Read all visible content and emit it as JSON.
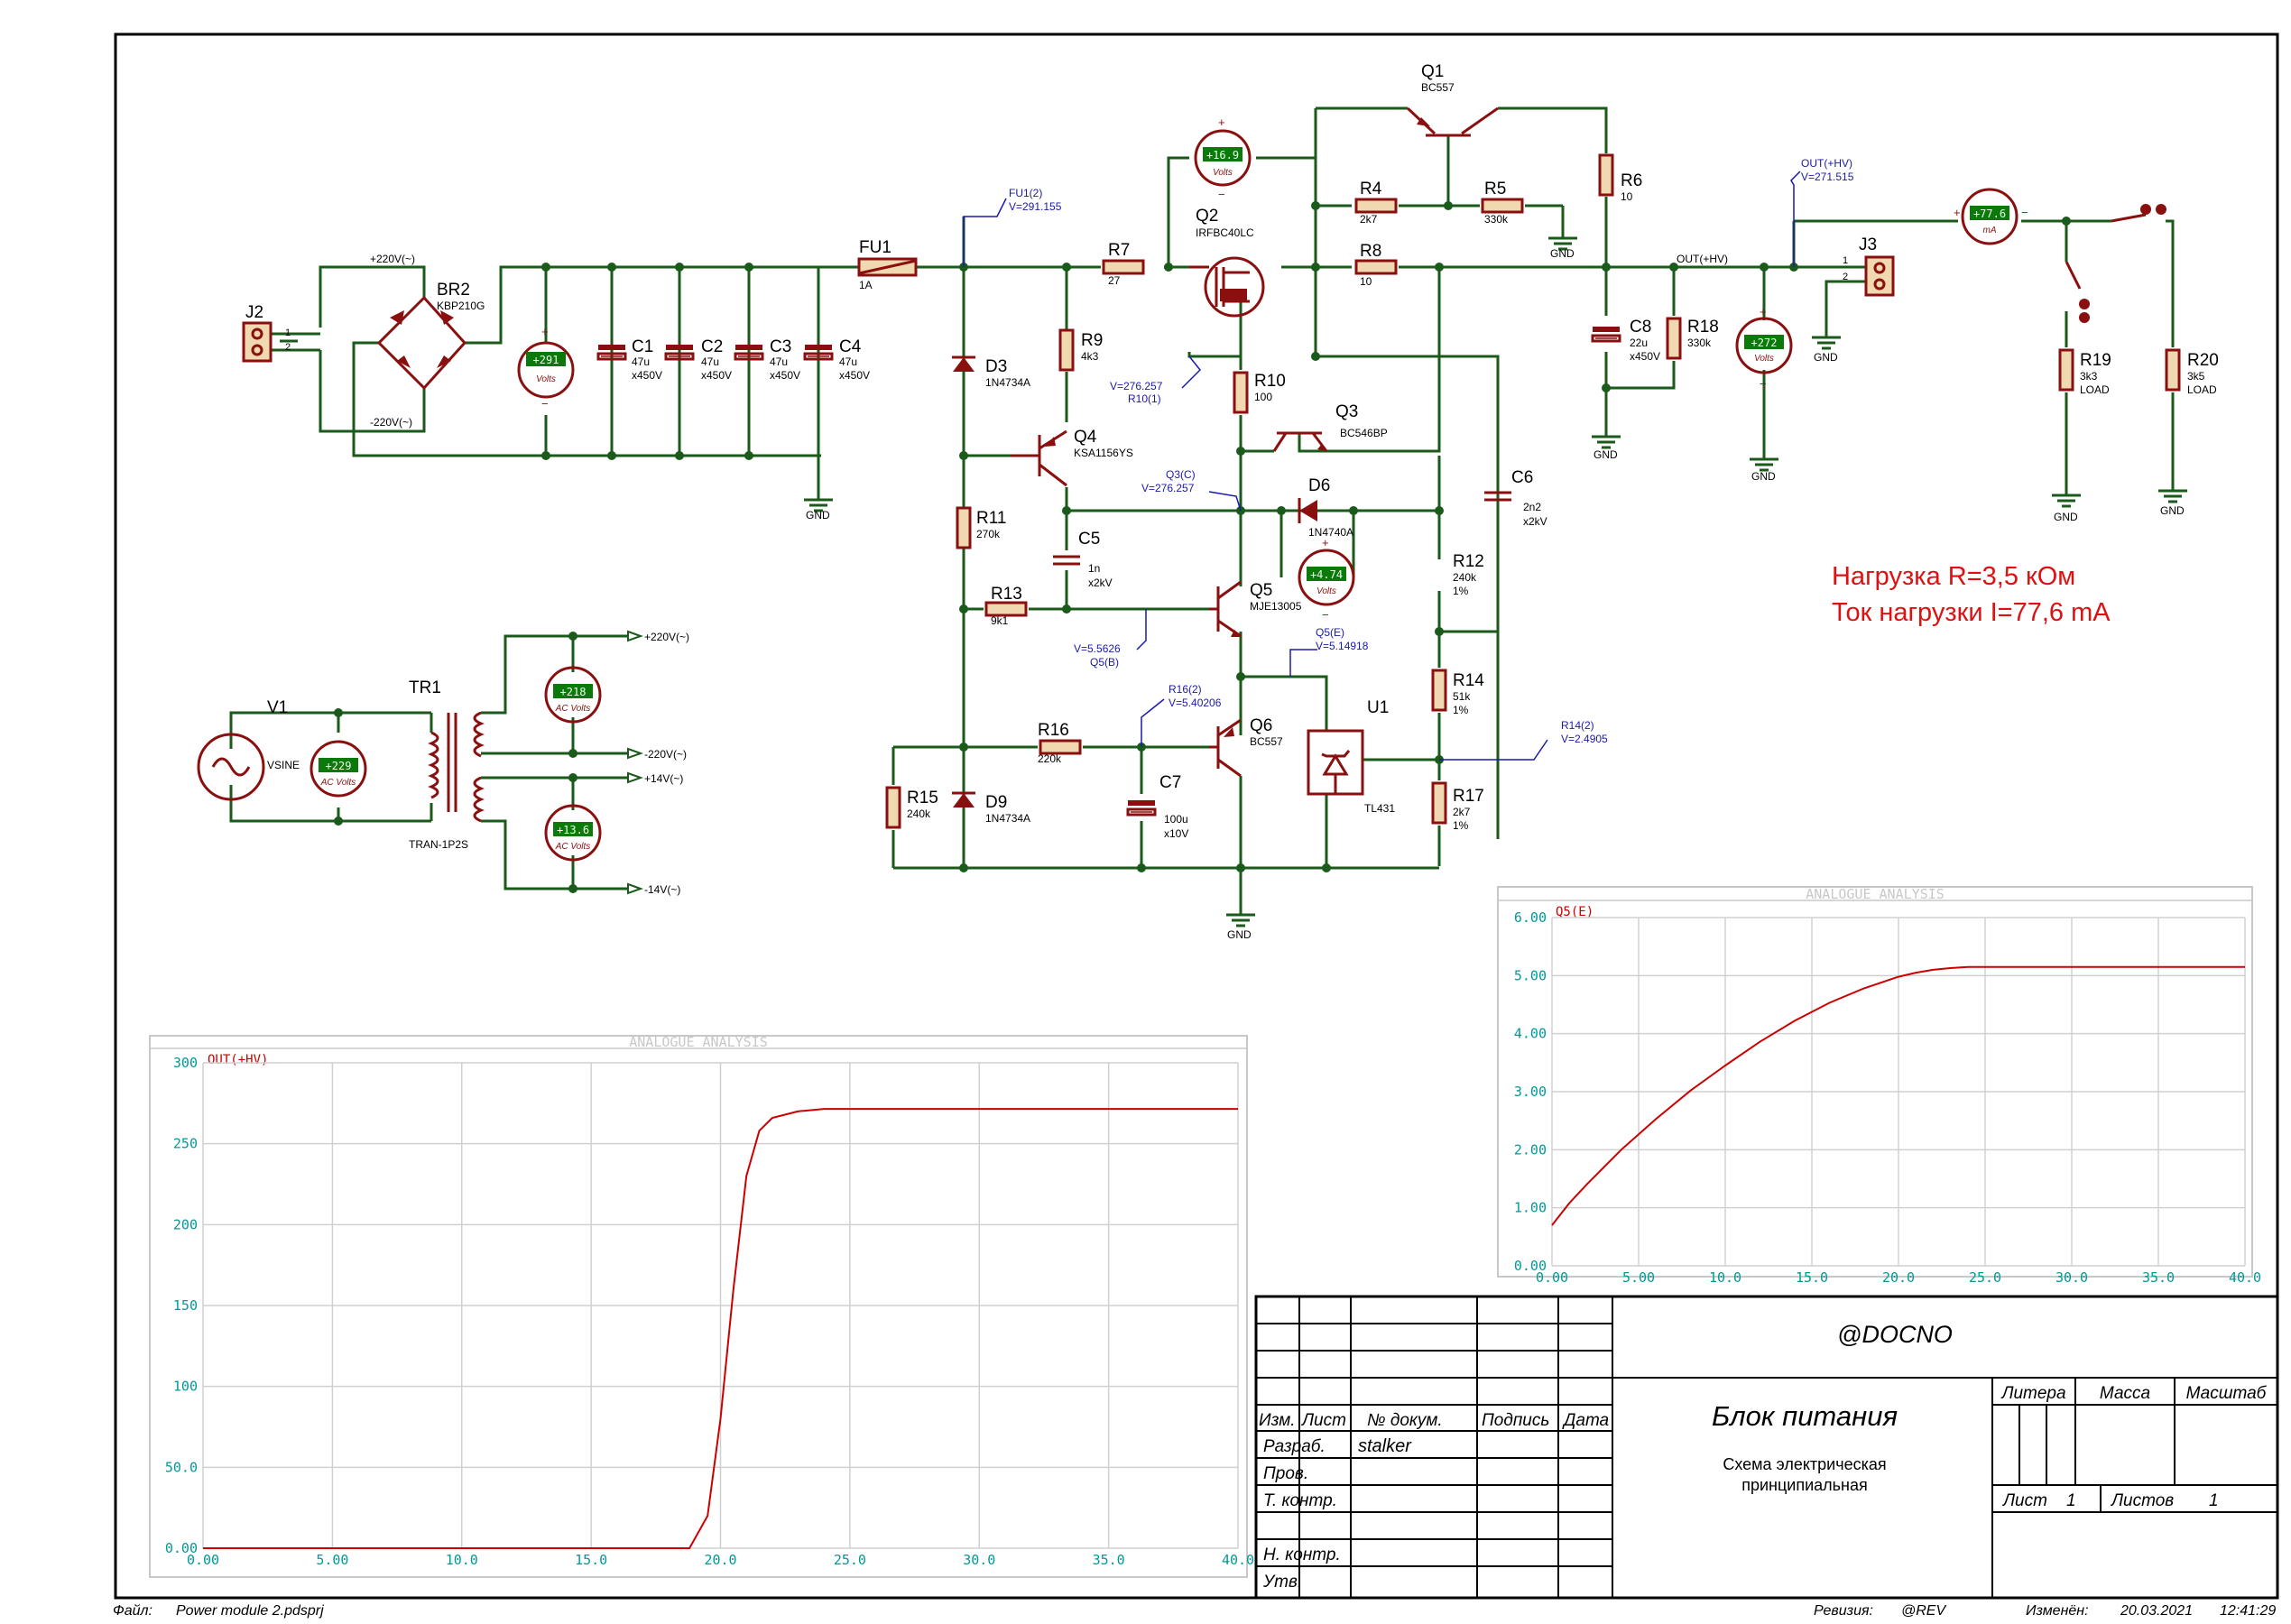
{
  "components": [
    {
      "ref": "J2",
      "value": ""
    },
    {
      "ref": "BR2",
      "value": "KBP210G"
    },
    {
      "ref": "C1",
      "value": "47u",
      "rating": "x450V"
    },
    {
      "ref": "C2",
      "value": "47u",
      "rating": "x450V"
    },
    {
      "ref": "C3",
      "value": "47u",
      "rating": "x450V"
    },
    {
      "ref": "C4",
      "value": "47u",
      "rating": "x450V"
    },
    {
      "ref": "FU1",
      "value": "1A"
    },
    {
      "ref": "D3",
      "value": "1N4734A"
    },
    {
      "ref": "R9",
      "value": "4k3"
    },
    {
      "ref": "R7",
      "value": "27"
    },
    {
      "ref": "Q2",
      "value": "IRFBC40LC"
    },
    {
      "ref": "Q1",
      "value": "BC557"
    },
    {
      "ref": "R4",
      "value": "2k7"
    },
    {
      "ref": "R5",
      "value": "330k"
    },
    {
      "ref": "R6",
      "value": "10"
    },
    {
      "ref": "R8",
      "value": "10"
    },
    {
      "ref": "C8",
      "value": "22u",
      "rating": "x450V"
    },
    {
      "ref": "R18",
      "value": "330k"
    },
    {
      "ref": "J3",
      "value": ""
    },
    {
      "ref": "R19",
      "value": "3k3",
      "rating": "LOAD"
    },
    {
      "ref": "R20",
      "value": "3k5",
      "rating": "LOAD"
    },
    {
      "ref": "Q4",
      "value": "KSA1156YS"
    },
    {
      "ref": "R10",
      "value": "100"
    },
    {
      "ref": "Q3",
      "value": "BC546BP"
    },
    {
      "ref": "D6",
      "value": "1N4740A"
    },
    {
      "ref": "C6",
      "value": "2n2",
      "rating": "x2kV"
    },
    {
      "ref": "R11",
      "value": "270k"
    },
    {
      "ref": "C5",
      "value": "1n",
      "rating": "x2kV"
    },
    {
      "ref": "R12",
      "value": "240k",
      "rating": "1%"
    },
    {
      "ref": "R13",
      "value": "9k1"
    },
    {
      "ref": "Q5",
      "value": "MJE13005"
    },
    {
      "ref": "R14",
      "value": "51k",
      "rating": "1%"
    },
    {
      "ref": "U1",
      "value": "TL431"
    },
    {
      "ref": "R16",
      "value": "220k"
    },
    {
      "ref": "Q6",
      "value": "BC557"
    },
    {
      "ref": "R15",
      "value": "240k"
    },
    {
      "ref": "D9",
      "value": "1N4734A"
    },
    {
      "ref": "C7",
      "value": "100u",
      "rating": "x10V"
    },
    {
      "ref": "R17",
      "value": "2k7",
      "rating": "1%"
    },
    {
      "ref": "TR1",
      "value": "TRAN-1P2S"
    },
    {
      "ref": "V1",
      "value": "VSINE"
    }
  ],
  "net_labels": {
    "plus220": "+220V(~)",
    "minus220": "-220V(~)",
    "plus14": "+14V(~)",
    "minus14": "-14V(~)",
    "out_hv": "OUT(+HV)",
    "gnd": "GND"
  },
  "pins": {
    "one": "1",
    "two": "2"
  },
  "probes": {
    "fu1": {
      "name": "FU1(2)",
      "value": "V=291.155"
    },
    "r10": {
      "name": "R10(1)",
      "value": "V=276.257"
    },
    "q3c": {
      "name": "Q3(C)",
      "value": "V=276.257"
    },
    "q5b": {
      "name": "Q5(B)",
      "value": "V=5.5626"
    },
    "q5e": {
      "name": "Q5(E)",
      "value": "V=5.14918"
    },
    "r16": {
      "name": "R16(2)",
      "value": "V=5.40206"
    },
    "r14": {
      "name": "R14(2)",
      "value": "V=2.4905"
    },
    "out": {
      "name": "OUT(+HV)",
      "value": "V=271.515"
    }
  },
  "meters": {
    "m_c1": {
      "reading": "+291",
      "unit": "Volts"
    },
    "m_q2": {
      "reading": "+16.9",
      "unit": "Volts"
    },
    "m_out": {
      "reading": "+272",
      "unit": "Volts"
    },
    "m_ma": {
      "reading": "+77.6",
      "unit": "mA"
    },
    "m_d6": {
      "reading": "+4.74",
      "unit": "Volts"
    },
    "m_tr1": {
      "reading": "+218",
      "unit": "AC Volts"
    },
    "m_tr2": {
      "reading": "+13.6",
      "unit": "AC Volts"
    },
    "m_v1": {
      "reading": "+229",
      "unit": "AC Volts"
    }
  },
  "meter_signs": {
    "plus": "+",
    "minus": "−"
  },
  "annotations": {
    "load_r": "Нагрузка R=3,5 кОм",
    "load_i": "Ток нагрузки I=77,6 mA"
  },
  "chart_colors": {
    "trace": "#cc0000",
    "axis_labels": "#009999",
    "title": "#c8c8c8"
  },
  "chart_data": [
    {
      "type": "line",
      "title": "ANALOGUE ANALYSIS",
      "series": [
        {
          "name": "OUT(+HV)",
          "points": [
            [
              0,
              0
            ],
            [
              18.8,
              0
            ],
            [
              19.5,
              20
            ],
            [
              20.0,
              80
            ],
            [
              20.5,
              160
            ],
            [
              21.0,
              230
            ],
            [
              21.5,
              258
            ],
            [
              22.0,
              266
            ],
            [
              23.0,
              270
            ],
            [
              24.0,
              271.5
            ],
            [
              25.0,
              271.5
            ],
            [
              40.0,
              271.5
            ]
          ]
        }
      ],
      "xlim": [
        0,
        40
      ],
      "ylim": [
        0,
        300
      ],
      "xticks": [
        "0.00",
        "5.00",
        "10.0",
        "15.0",
        "20.0",
        "25.0",
        "30.0",
        "35.0",
        "40.0"
      ],
      "yticks": [
        "0.00",
        "50.0",
        "100",
        "150",
        "200",
        "250",
        "300"
      ],
      "grid": true
    },
    {
      "type": "line",
      "title": "ANALOGUE ANALYSIS",
      "series": [
        {
          "name": "Q5(E)",
          "points": [
            [
              0,
              0.7
            ],
            [
              1,
              1.08
            ],
            [
              2,
              1.4
            ],
            [
              4,
              2.0
            ],
            [
              6,
              2.53
            ],
            [
              8,
              3.02
            ],
            [
              10,
              3.45
            ],
            [
              12,
              3.86
            ],
            [
              14,
              4.22
            ],
            [
              16,
              4.53
            ],
            [
              18,
              4.78
            ],
            [
              20,
              4.98
            ],
            [
              21,
              5.05
            ],
            [
              22,
              5.1
            ],
            [
              23,
              5.13
            ],
            [
              24,
              5.15
            ],
            [
              25,
              5.15
            ],
            [
              40,
              5.15
            ]
          ]
        }
      ],
      "xlim": [
        0,
        40
      ],
      "ylim": [
        0,
        6
      ],
      "xticks": [
        "0.00",
        "5.00",
        "10.0",
        "15.0",
        "20.0",
        "25.0",
        "30.0",
        "35.0",
        "40.0"
      ],
      "yticks": [
        "0.00",
        "1.00",
        "2.00",
        "3.00",
        "4.00",
        "5.00",
        "6.00"
      ],
      "grid": true
    }
  ],
  "title_block": {
    "doc_no": "@DOCNO",
    "title": "Блок питания",
    "subtitle_line1": "Схема электрическая",
    "subtitle_line2": "принципиальная",
    "col_izm": "Изм.",
    "col_list": "Лист",
    "col_docnum": "№ докум.",
    "col_sign": "Подпись",
    "col_date": "Дата",
    "razrab": "Разраб.",
    "author": "stalker",
    "prov": "Пров.",
    "tkontr": "Т. контр.",
    "nkontr": "Н. контр.",
    "utv": "Утв.",
    "litera": "Литера",
    "massa": "Масса",
    "masshtab": "Масштаб",
    "list_label": "Лист",
    "list_val": "1",
    "listov_label": "Листов",
    "listov_val": "1"
  },
  "footer": {
    "file_label": "Файл:",
    "file_name": "Power module 2.pdsprj",
    "rev_label": "Ревизия:",
    "rev_val": "@REV",
    "changed_label": "Изменён:",
    "changed_date": "20.03.2021",
    "changed_time": "12:41:29"
  }
}
